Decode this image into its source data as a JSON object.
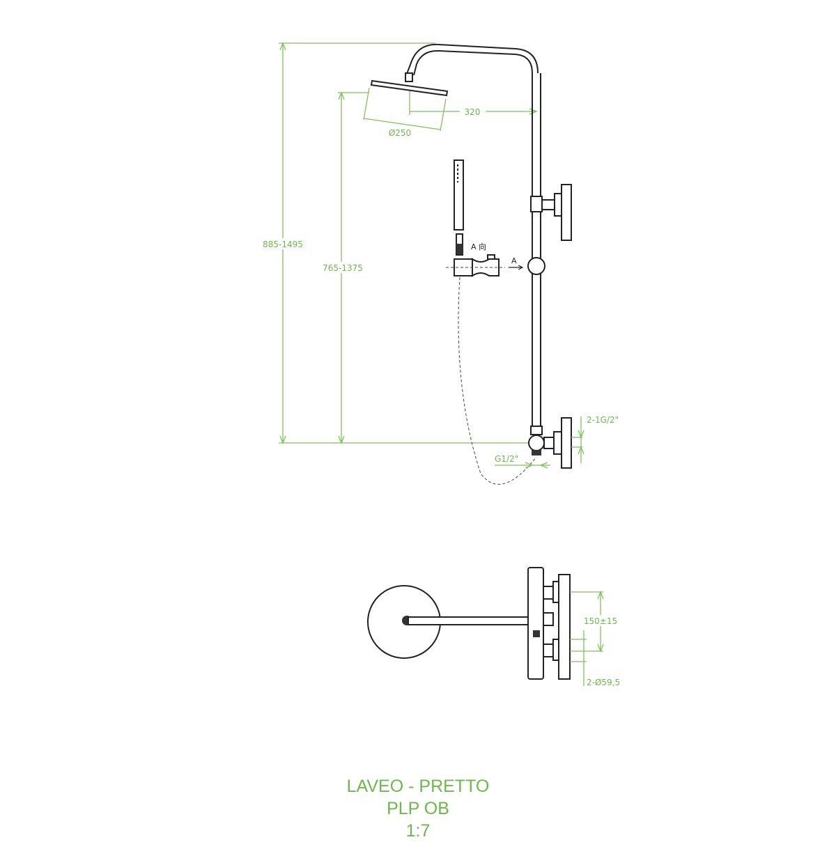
{
  "dimensions": {
    "total_height": "885-1495",
    "bar_height": "765-1375",
    "arm_length": "320",
    "head_diameter": "Ø250",
    "view_a_label": "A 向",
    "arrow_a_label": "A",
    "outlet_thread": "2-1G/2\"",
    "hose_thread": "G1/2\"",
    "center_distance": "150±15",
    "escutcheon_diameter": "2-Ø59,5"
  },
  "title": {
    "line1": "LAVEO - PRETTO",
    "line2": "PLP OB",
    "line3": "1:7"
  },
  "colors": {
    "dimension": "#7cc35a",
    "drawing": "#222222"
  }
}
